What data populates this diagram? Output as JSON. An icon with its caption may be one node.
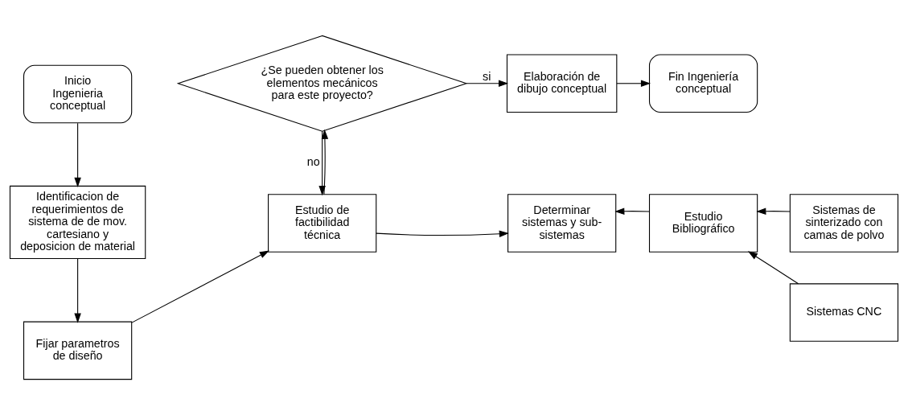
{
  "diagram": {
    "nodes": [
      {
        "text": [
          "Inicio Ingenieria conceptual"
        ]
      },
      {
        "text": [
          "Identificacion de requerimientos de sistema de de mov. cartesiano y deposicion de material"
        ]
      },
      {
        "text": [
          "Fijar parametros de diseño"
        ]
      },
      {
        "text": [
          "Estudio de factibilidad técnica"
        ]
      },
      {
        "text": [
          "Determinar sistemas y sub-sistemas"
        ]
      },
      {
        "text": [
          "Estudio Bibliográfico"
        ]
      },
      {
        "text": [
          "Sistemas de sinterizado con camas de polvo"
        ]
      },
      {
        "text": [
          "Sistemas CNC"
        ]
      },
      {
        "text": [
          "¿Se pueden obtener los elementos mecánicos para este proyecto?"
        ]
      },
      {
        "text": [
          "Elaboración de dibujo conceptual"
        ]
      },
      {
        "text": [
          "Fin Ingeniería conceptual"
        ]
      }
    ],
    "edges": [
      {
        "from": 0,
        "to": 1,
        "arrow": "to"
      },
      {
        "from": 1,
        "to": 2,
        "arrow": "to"
      },
      {
        "from": 2,
        "to": 3,
        "arrow": "to"
      },
      {
        "from": 3,
        "to": 4,
        "arrow": "to"
      },
      {
        "from": 5,
        "to": 4,
        "arrow": "to"
      },
      {
        "from": 6,
        "to": 5,
        "arrow": "to"
      },
      {
        "from": 7,
        "to": 5,
        "arrow": "to"
      },
      {
        "from": 3,
        "to": 8,
        "arrow": "to"
      },
      {
        "from": 8,
        "to": 3,
        "arrow": "to",
        "label": "no"
      },
      {
        "from": 8,
        "to": 9,
        "arrow": "to",
        "label": "si"
      },
      {
        "from": 9,
        "to": 10,
        "arrow": "to"
      }
    ]
  }
}
